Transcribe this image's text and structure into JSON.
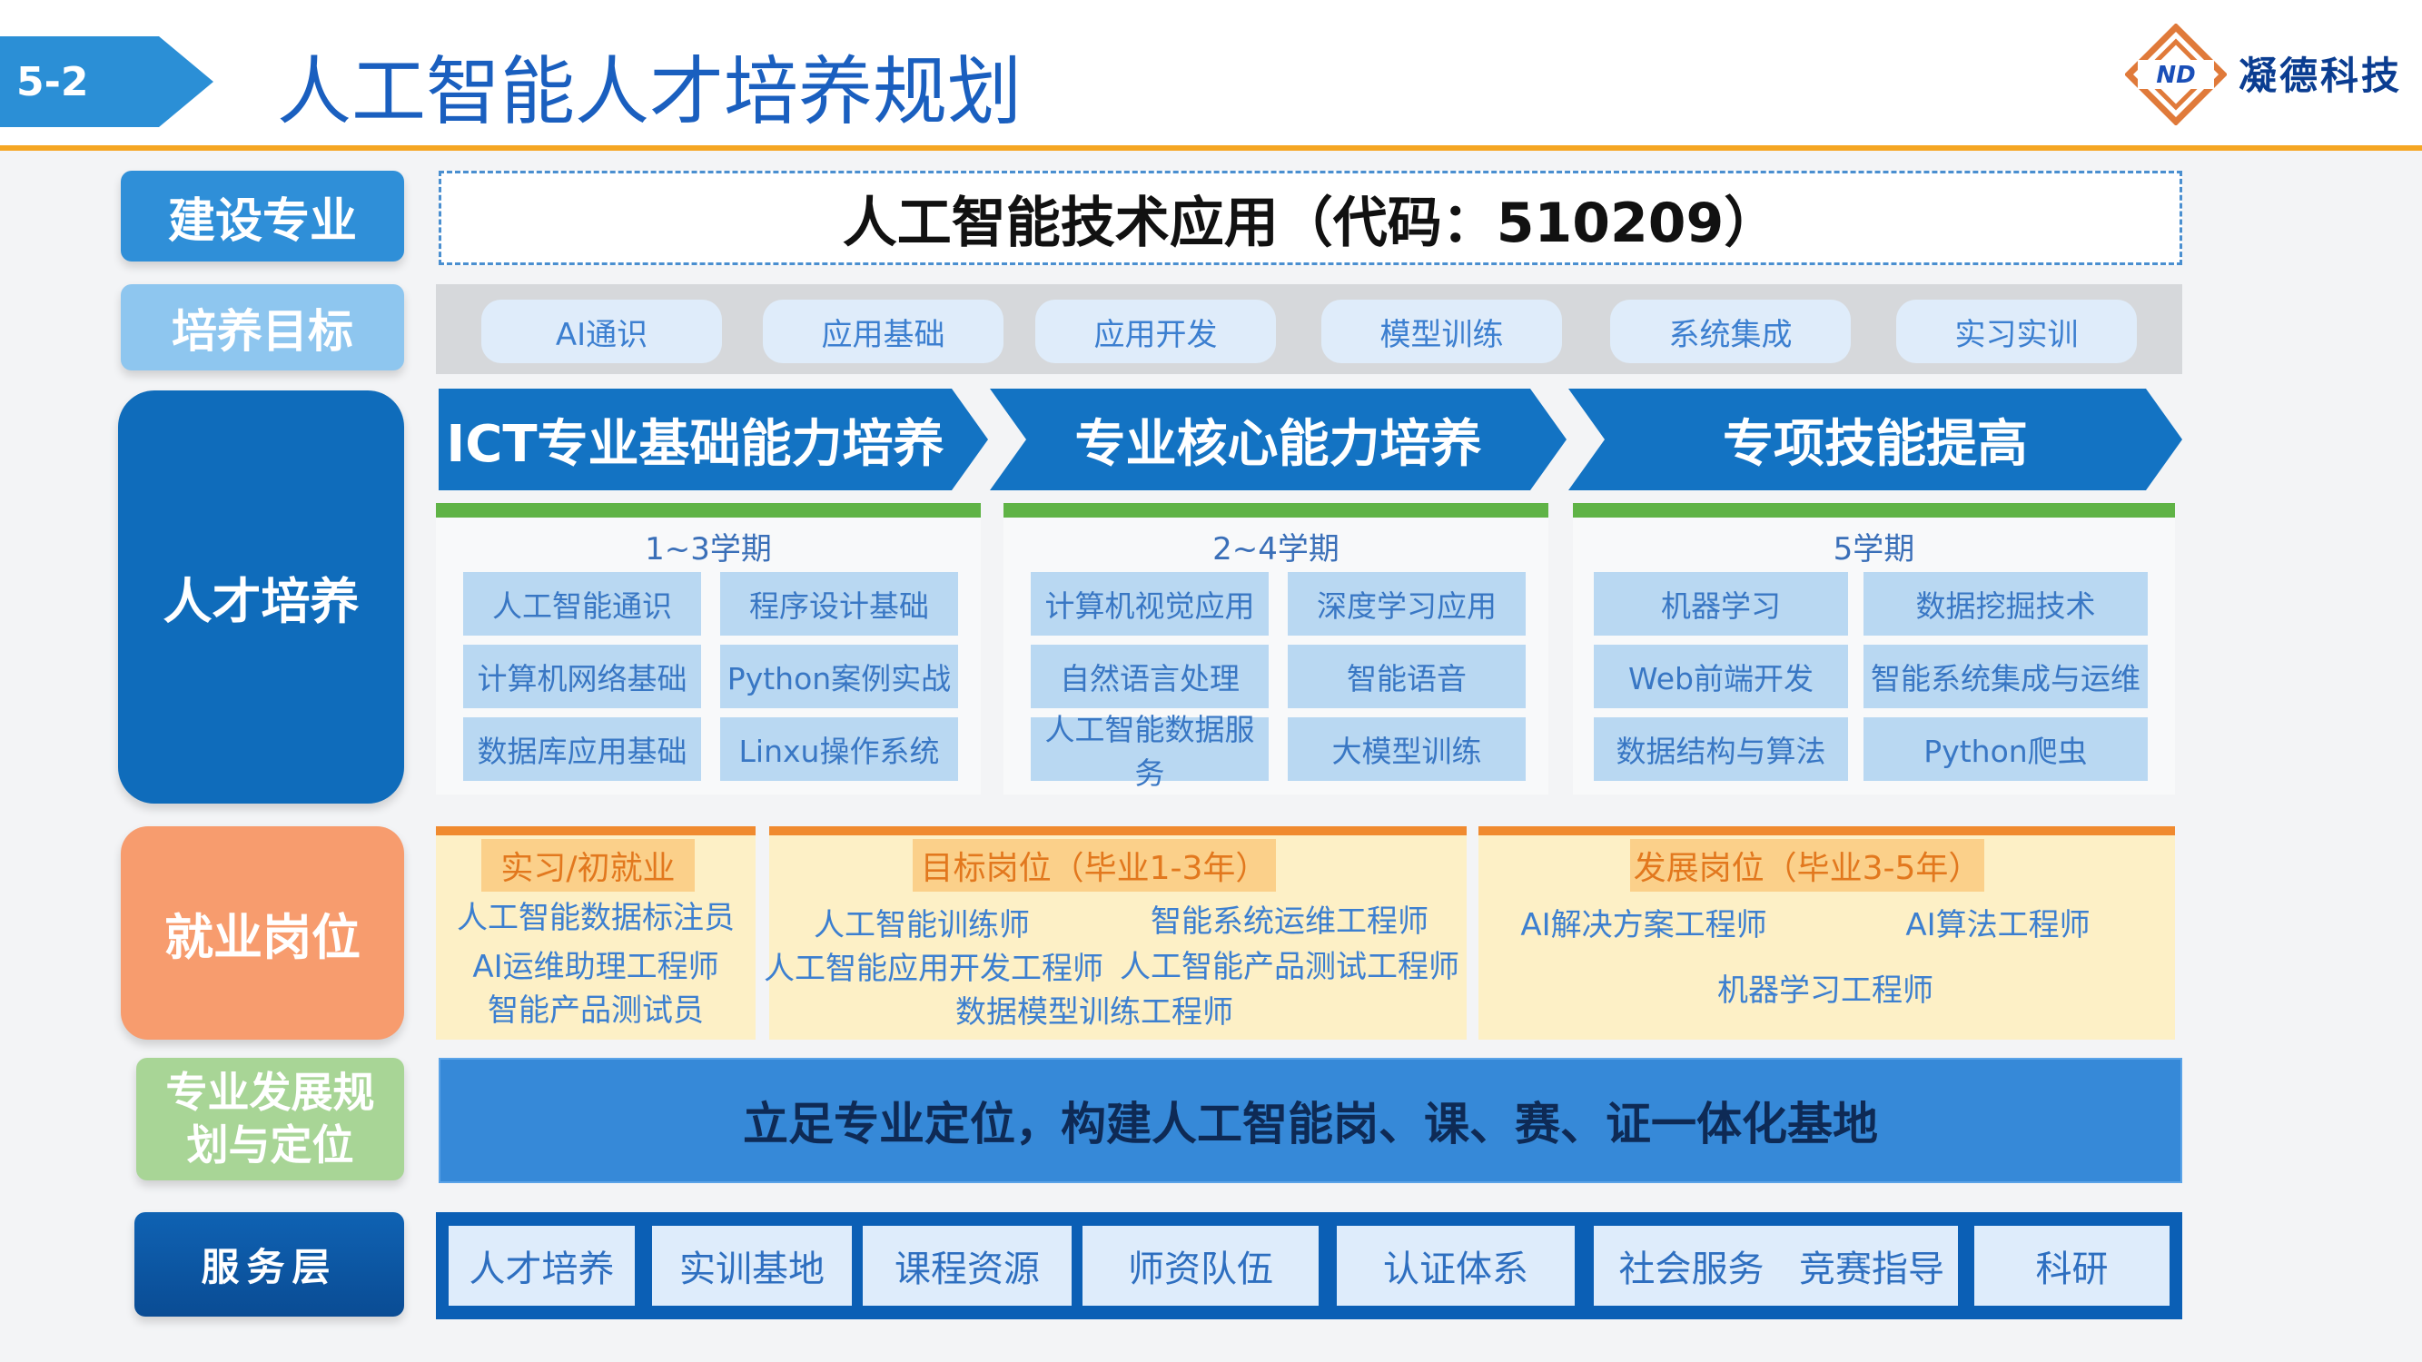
{
  "header": {
    "slide_number": "5-2",
    "title": "人工智能人才培养规划",
    "logo_text": "凝德科技",
    "logo_mark": "ND",
    "colors": {
      "accent": "#2b8fd6",
      "title": "#1a5fbf",
      "rule": "#f5a623"
    }
  },
  "rows": {
    "major": {
      "label": "建设专业",
      "value": "人工智能技术应用（代码：510209）"
    },
    "goal": {
      "label": "培养目标",
      "items": [
        "AI通识",
        "应用基础",
        "应用开发",
        "模型训练",
        "系统集成",
        "实习实训"
      ]
    },
    "training": {
      "label": "人才培养",
      "stages": [
        {
          "title": "ICT专业基础能力培养",
          "term": "1~3学期",
          "courses": [
            "人工智能通识",
            "程序设计基础",
            "计算机网络基础",
            "Python案例实战",
            "数据库应用基础",
            "Linxu操作系统"
          ]
        },
        {
          "title": "专业核心能力培养",
          "term": "2~4学期",
          "courses": [
            "计算机视觉应用",
            "深度学习应用",
            "自然语言处理",
            "智能语音",
            "人工智能数据服务",
            "大模型训练"
          ]
        },
        {
          "title": "专项技能提高",
          "term": "5学期",
          "courses": [
            "机器学习",
            "数据挖掘技术",
            "Web前端开发",
            "智能系统集成与运维",
            "数据结构与算法",
            "Python爬虫"
          ]
        }
      ]
    },
    "employment": {
      "label": "就业岗位",
      "groups": [
        {
          "title": "实习/初就业",
          "jobs": [
            "人工智能数据标注员",
            "AI运维助理工程师",
            "智能产品测试员"
          ]
        },
        {
          "title": "目标岗位（毕业1-3年）",
          "jobs": [
            "人工智能训练师",
            "智能系统运维工程师",
            "人工智能应用开发工程师",
            "人工智能产品测试工程师",
            "数据模型训练工程师"
          ]
        },
        {
          "title": "发展岗位（毕业3-5年）",
          "jobs": [
            "AI解决方案工程师",
            "AI算法工程师",
            "机器学习工程师"
          ]
        }
      ]
    },
    "positioning": {
      "label": "专业发展规划与定位",
      "statement": "立足专业定位，构建人工智能岗、课、赛、证一体化基地"
    },
    "service": {
      "label": "服务层",
      "items": [
        "人才培养",
        "实训基地",
        "课程资源",
        "师资队伍",
        "认证体系",
        "社会服务",
        "竞赛指导",
        "科研"
      ]
    }
  }
}
